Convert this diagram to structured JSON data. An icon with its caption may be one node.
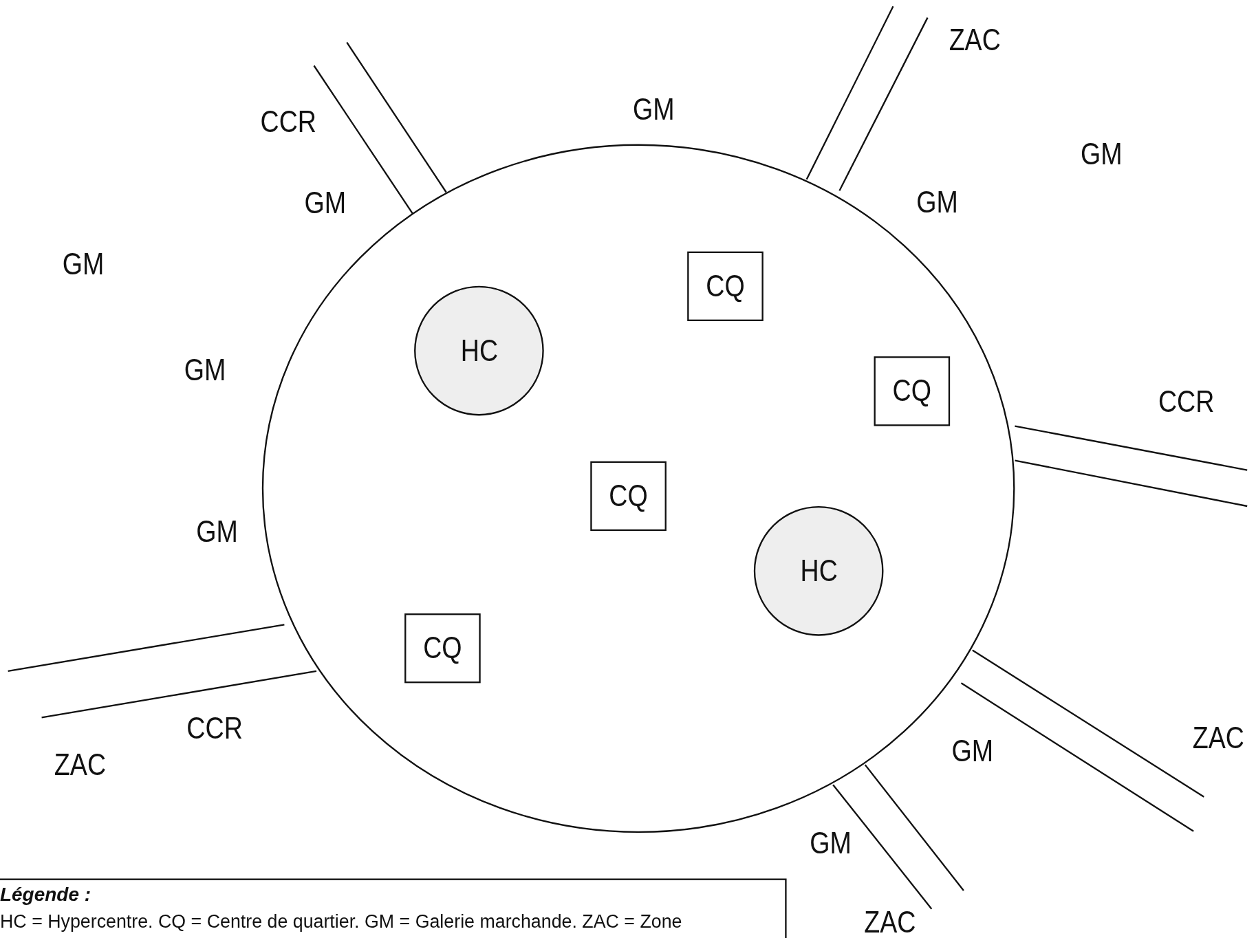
{
  "diagram": {
    "nodes": [
      {
        "text": [],
        "shape": "ellipse"
      },
      {
        "text": [
          "CQ"
        ],
        "in": 0
      },
      {
        "text": [
          "HC"
        ],
        "in": 0
      },
      {
        "text": [
          "CQ"
        ],
        "in": 0
      },
      {
        "text": [
          "CQ"
        ],
        "in": 0
      },
      {
        "text": [
          "HC"
        ],
        "in": 0
      },
      {
        "text": [
          "CQ"
        ],
        "in": 0
      }
    ],
    "edges": [],
    "labels": [
      "ZAC",
      "GM",
      "CCR",
      "GM",
      "GM",
      "GM",
      "GM",
      "GM",
      "CCR",
      "GM",
      "CCR",
      "ZAC",
      "GM",
      "ZAC",
      "GM",
      "ZAC",
      "Légende :",
      "HC = Hypercentre. CQ = Centre de quartier. GM = Galerie marchande. ZAC = Zone"
    ]
  }
}
